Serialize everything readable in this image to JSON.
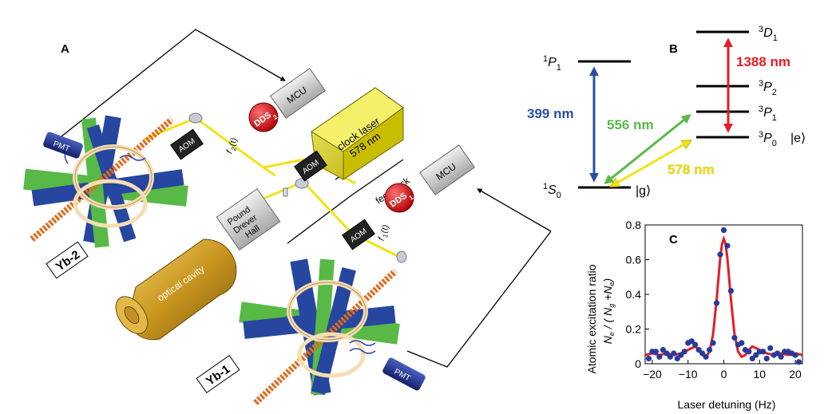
{
  "panel_a": {
    "label": "A",
    "mcu_top": "MCU",
    "mcu_right": "MCU",
    "dds2": "DDS",
    "dds2_sub": "2",
    "dds1": "DDS",
    "dds1_sub": "1",
    "aom_left": "AOM",
    "aom_center": "AOM",
    "aom_bottom": "AOM",
    "f2": "f",
    "f2_sub": "2",
    "f2_arg": "(t)",
    "f1": "f",
    "f1_sub": "1",
    "f1_arg": "(t)",
    "clock_laser_line1": "clock laser",
    "clock_laser_line2": "578 nm",
    "feedback": "feedback",
    "pdh_line1": "Pound",
    "pdh_line2": "Drever",
    "pdh_line3": "Hall",
    "optical_cavity": "optical cavity",
    "yb2": "Yb-2",
    "yb1": "Yb-1",
    "pmt_left": "PMT",
    "pmt_right": "PMT"
  },
  "panel_b": {
    "label": "B",
    "level_1P1": "P",
    "level_1P1_sup": "1",
    "level_1P1_sub": "1",
    "level_1S0": "S",
    "level_1S0_sup": "1",
    "level_1S0_sub": "0",
    "ket_g": "|g⟩",
    "level_3D1": "D",
    "level_3D1_sup": "3",
    "level_3D1_sub": "1",
    "level_3P2": "P",
    "level_3P2_sup": "3",
    "level_3P2_sub": "2",
    "level_3P1": "P",
    "level_3P1_sup": "3",
    "level_3P1_sub": "1",
    "level_3P0": "P",
    "level_3P0_sup": "3",
    "level_3P0_sub": "0",
    "ket_e": "|e⟩",
    "wl_399": "399 nm",
    "wl_556": "556 nm",
    "wl_578": "578 nm",
    "wl_1388": "1388 nm",
    "colors": {
      "blue": "#2b4ea2",
      "green": "#58b947",
      "yellow": "#f2e318",
      "red": "#e31e24"
    }
  },
  "panel_c": {
    "label": "C",
    "chart_data": {
      "type": "line",
      "ylabel_line1": "Atomic excitation ratio",
      "ylabel_line2": "N_e / (N_g + N_e)",
      "xlabel": "Laser detuning (Hz)",
      "xlim": [
        -22,
        22
      ],
      "ylim": [
        0,
        0.8
      ],
      "xticks": [
        -20,
        -10,
        0,
        10,
        20
      ],
      "yticks": [
        0,
        0.2,
        0.4,
        0.6,
        0.8
      ],
      "series": [
        {
          "kind": "scatter",
          "color": "#2b3a9a",
          "x": [
            -21,
            -20,
            -19,
            -18,
            -17,
            -16,
            -15,
            -14,
            -13,
            -12,
            -11,
            -10,
            -9,
            -8,
            -7,
            -6,
            -5,
            -4,
            -3,
            -2,
            -1,
            0,
            1,
            2,
            3,
            4,
            5,
            6,
            7,
            8,
            9,
            10,
            11,
            12,
            13,
            14,
            15,
            16,
            17,
            18,
            19,
            20,
            21
          ],
          "y": [
            0.03,
            0.07,
            0.07,
            0.04,
            0.08,
            0.06,
            0.04,
            0.06,
            0.03,
            0.05,
            0.07,
            0.12,
            0.13,
            0.11,
            0.08,
            0.06,
            0.04,
            0.08,
            0.12,
            0.35,
            0.63,
            0.77,
            0.68,
            0.42,
            0.15,
            0.11,
            0.12,
            0.08,
            0.07,
            0.03,
            0.05,
            0.07,
            0.07,
            0.03,
            0.09,
            0.05,
            0.06,
            0.04,
            0.07,
            0.07,
            0.06,
            0.05,
            0.01
          ]
        },
        {
          "kind": "fit",
          "color": "#e31e24",
          "x": [
            -22,
            -20,
            -18,
            -16,
            -14,
            -12,
            -10,
            -8,
            -7,
            -6,
            -5,
            -4,
            -3,
            -2,
            -1.5,
            -1,
            -0.5,
            0,
            0.5,
            1,
            1.5,
            2,
            3,
            4,
            5,
            6,
            7,
            8,
            10,
            12,
            14,
            16,
            18,
            20,
            22
          ],
          "y": [
            0.05,
            0.06,
            0.05,
            0.06,
            0.05,
            0.06,
            0.08,
            0.1,
            0.08,
            0.05,
            0.04,
            0.07,
            0.17,
            0.37,
            0.49,
            0.61,
            0.69,
            0.72,
            0.69,
            0.61,
            0.49,
            0.37,
            0.17,
            0.07,
            0.04,
            0.05,
            0.08,
            0.1,
            0.08,
            0.06,
            0.05,
            0.06,
            0.05,
            0.06,
            0.05
          ]
        }
      ]
    }
  }
}
